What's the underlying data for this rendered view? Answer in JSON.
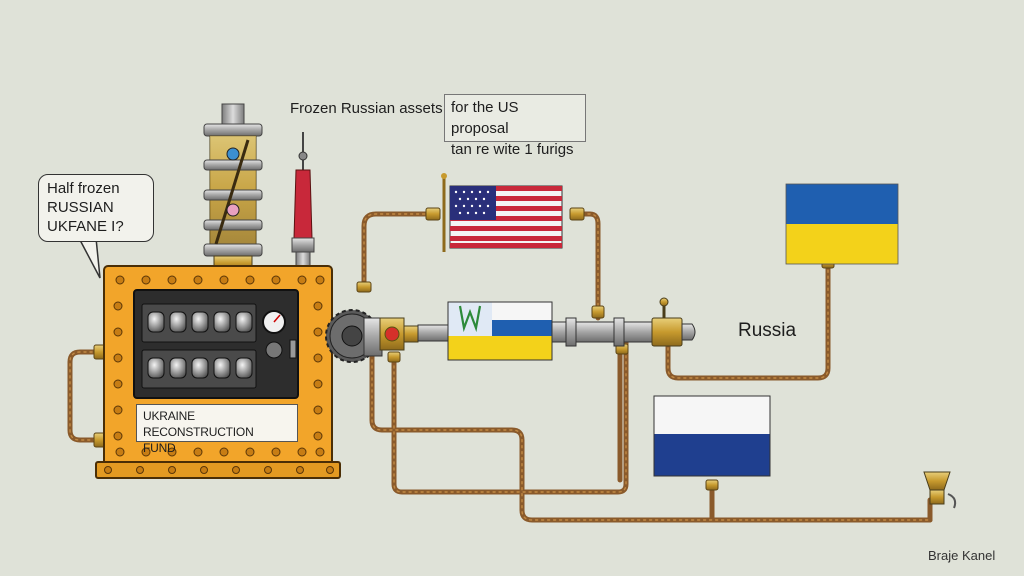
{
  "caption": {
    "frozen_assets": "Frozen Russian assets",
    "us_proposal": "for the US proposal\ntan re wite 1 furigs"
  },
  "speech_bubble": "Half frozen\nRUSSIAN\nUKFANE I?",
  "machine": {
    "plate_label": "UKRAINE RECONSTRUCTION\nFUND"
  },
  "russia_label": "Russia",
  "signature": "Braje Kanel",
  "colors": {
    "background": "#dfe2d8",
    "machine_orange": "#f2a52a",
    "pipe_copper": "#8a5a2b",
    "ukraine_blue": "#1f5fb0",
    "ukraine_yellow": "#f3d21a",
    "russia_blue": "#1f3f8f",
    "us_red": "#c8283a",
    "us_navy": "#2a2f7a"
  },
  "icons": [
    "speech-bubble-icon",
    "gear-icon",
    "dial-gauge-icon",
    "flag-us",
    "flag-ukraine",
    "flag-russia",
    "funnel-icon",
    "valve-icon"
  ]
}
